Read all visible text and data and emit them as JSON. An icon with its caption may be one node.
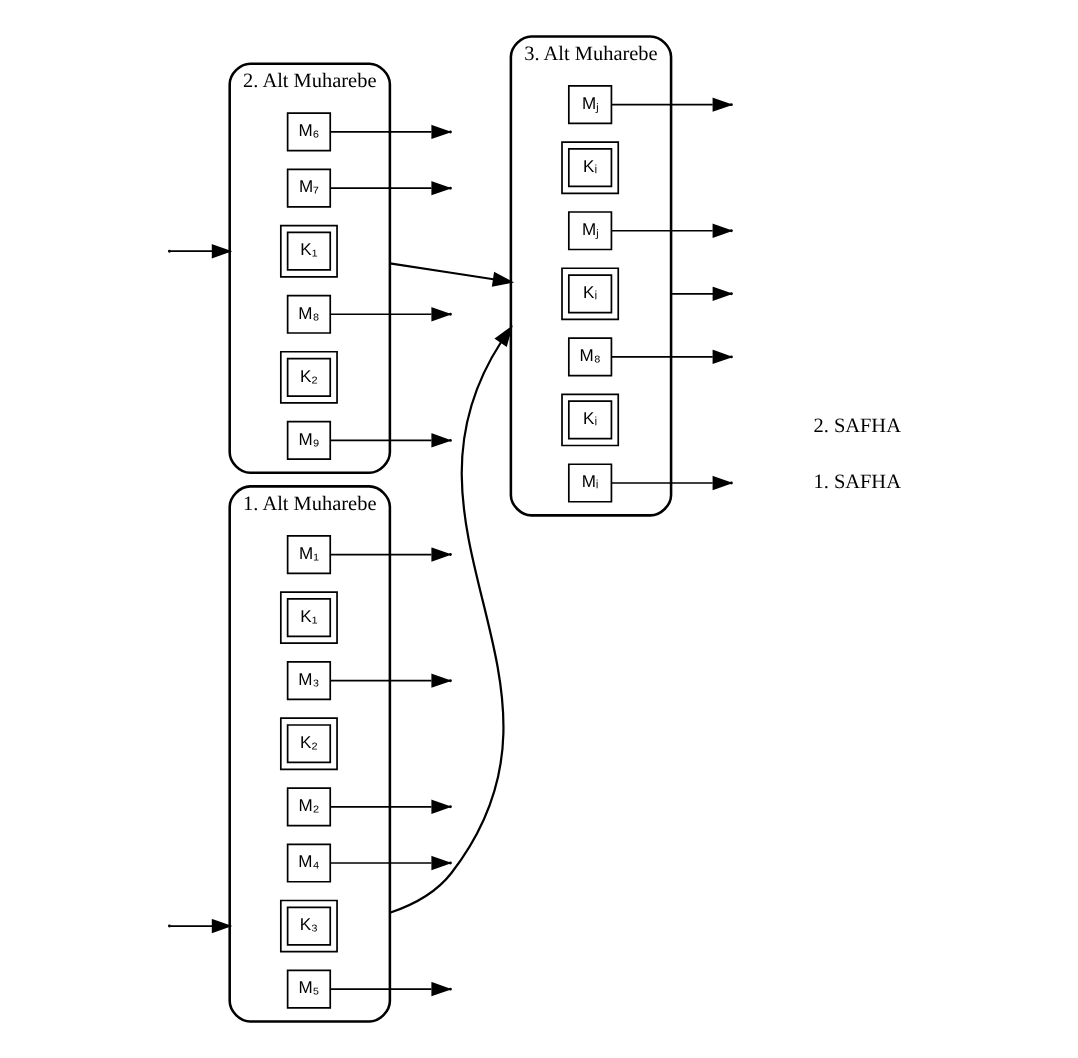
{
  "diagram": {
    "nodes": [
      {
        "text": [
          "1. Alt Muharebe"
        ]
      },
      {
        "text": [
          "M₁"
        ],
        "in": 0
      },
      {
        "text": [
          "K₁"
        ],
        "in": 0
      },
      {
        "text": [
          "M₃"
        ],
        "in": 0
      },
      {
        "text": [
          "K₂"
        ],
        "in": 0
      },
      {
        "text": [
          "M₂"
        ],
        "in": 0
      },
      {
        "text": [
          "M₄"
        ],
        "in": 0
      },
      {
        "text": [
          "K₃"
        ],
        "in": 0
      },
      {
        "text": [
          "M₅"
        ],
        "in": 0
      },
      {
        "text": [
          "2. Alt Muharebe"
        ]
      },
      {
        "text": [
          "M₆"
        ],
        "in": 9
      },
      {
        "text": [
          "M₇"
        ],
        "in": 9
      },
      {
        "text": [
          "K₁"
        ],
        "in": 9
      },
      {
        "text": [
          "M₈"
        ],
        "in": 9
      },
      {
        "text": [
          "K₂"
        ],
        "in": 9
      },
      {
        "text": [
          "M₉"
        ],
        "in": 9
      },
      {
        "text": [
          "3. Alt Muharebe"
        ]
      },
      {
        "text": [
          "Mⱼ"
        ],
        "in": 16
      },
      {
        "text": [
          "Kᵢ"
        ],
        "in": 16
      },
      {
        "text": [
          "Mⱼ"
        ],
        "in": 16
      },
      {
        "text": [
          "Kᵢ"
        ],
        "in": 16
      },
      {
        "text": [
          "M₈"
        ],
        "in": 16
      },
      {
        "text": [
          "Kᵢ"
        ],
        "in": 16
      },
      {
        "text": [
          "Mᵢ"
        ],
        "in": 16
      }
    ],
    "edges": [
      {
        "from": null,
        "to": 0,
        "arrow": "to"
      },
      {
        "from": null,
        "to": 9,
        "arrow": "to"
      },
      {
        "from": 0,
        "to": 16,
        "arrow": "to"
      },
      {
        "from": 9,
        "to": 16,
        "arrow": "to"
      },
      {
        "from": 16,
        "to": null,
        "arrow": "to"
      },
      {
        "from": 1,
        "to": null,
        "arrow": "to"
      },
      {
        "from": 3,
        "to": null,
        "arrow": "to"
      },
      {
        "from": 5,
        "to": null,
        "arrow": "to"
      },
      {
        "from": 6,
        "to": null,
        "arrow": "to"
      },
      {
        "from": 8,
        "to": null,
        "arrow": "to"
      },
      {
        "from": 10,
        "to": null,
        "arrow": "to"
      },
      {
        "from": 11,
        "to": null,
        "arrow": "to"
      },
      {
        "from": 13,
        "to": null,
        "arrow": "to"
      },
      {
        "from": 15,
        "to": null,
        "arrow": "to"
      },
      {
        "from": 17,
        "to": null,
        "arrow": "to"
      },
      {
        "from": 19,
        "to": null,
        "arrow": "to"
      },
      {
        "from": 21,
        "to": null,
        "arrow": "to"
      },
      {
        "from": 23,
        "to": null,
        "arrow": "to"
      }
    ],
    "labels": [
      "1. SAFHA",
      "2. SAFHA"
    ]
  }
}
